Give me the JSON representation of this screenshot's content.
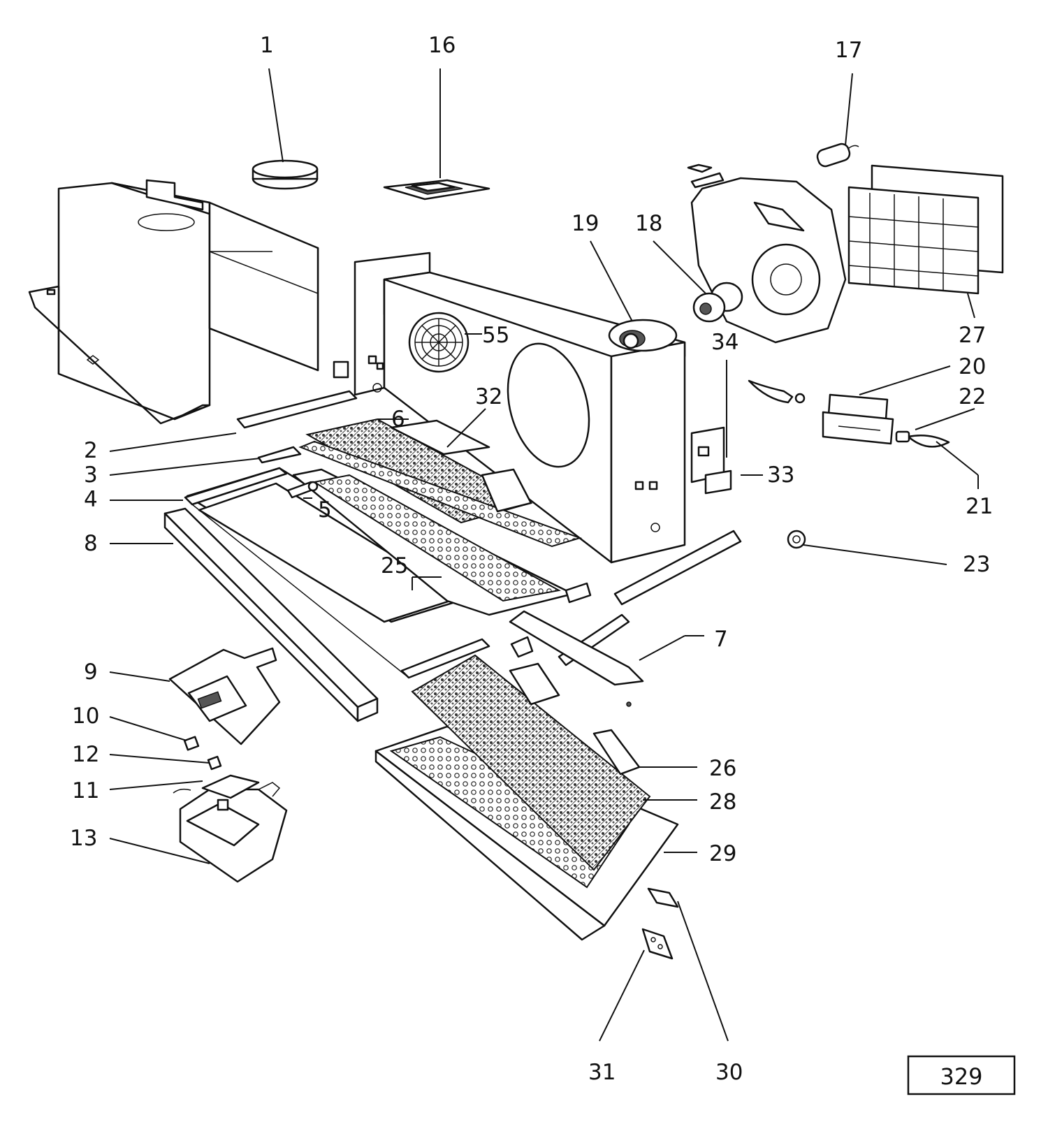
{
  "diagram": {
    "page_number": "329",
    "callouts": [
      "1",
      "16",
      "17",
      "19",
      "18",
      "55",
      "34",
      "27",
      "20",
      "22",
      "21",
      "33",
      "23",
      "6",
      "32",
      "2",
      "3",
      "4",
      "5",
      "8",
      "25",
      "7",
      "9",
      "10",
      "12",
      "11",
      "13",
      "26",
      "28",
      "29",
      "31",
      "30"
    ]
  }
}
